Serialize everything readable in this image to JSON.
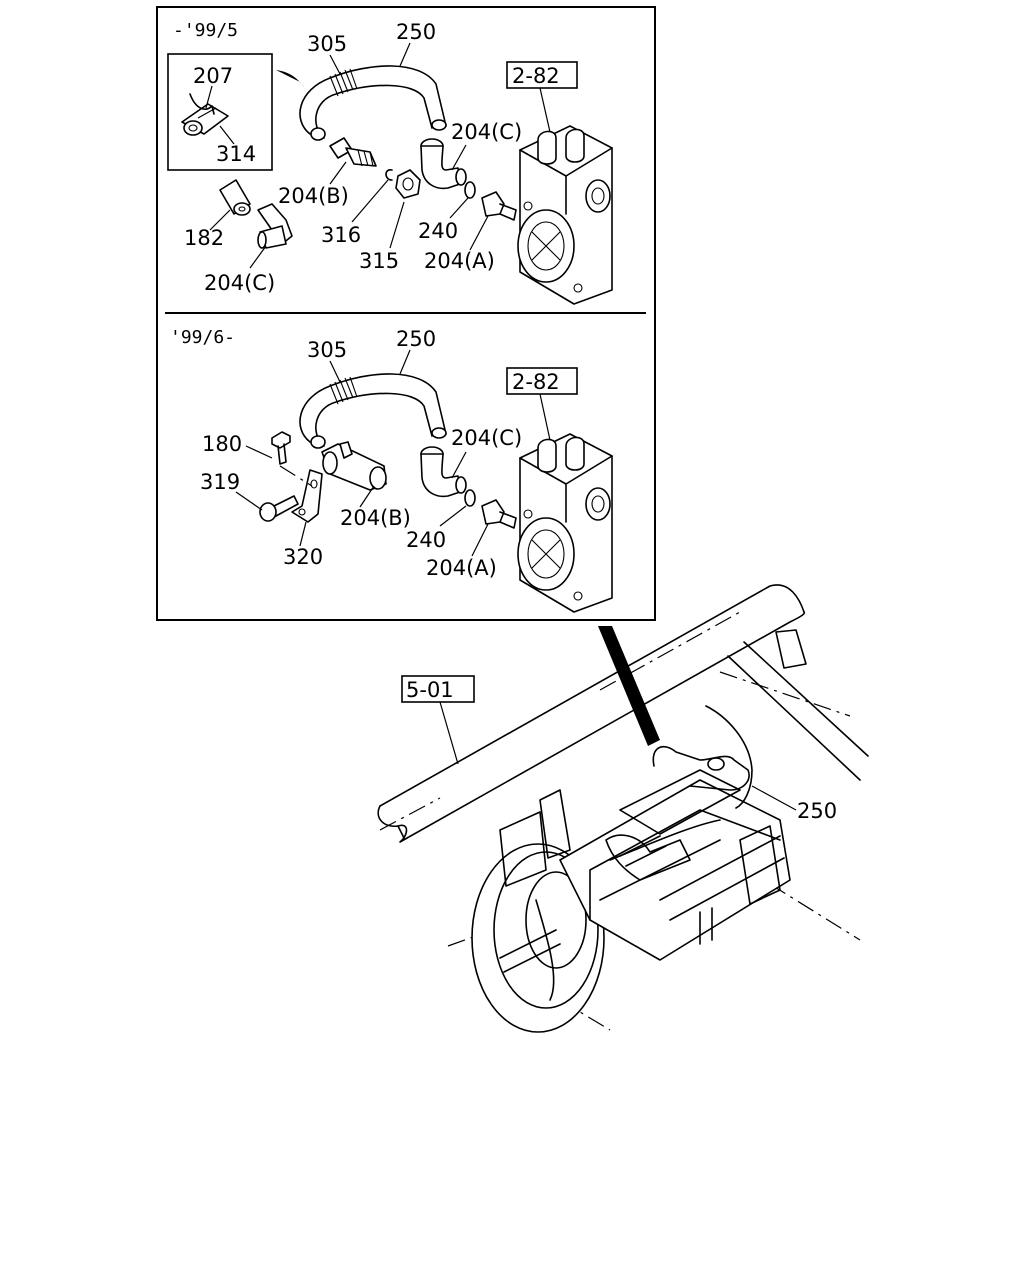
{
  "variants": [
    {
      "era_label": "-'99/5"
    },
    {
      "era_label": "'99/6-"
    }
  ],
  "top": {
    "inset": {
      "part_207": "207",
      "part_314": "314"
    },
    "labels": {
      "p305": "305",
      "p250": "250",
      "p204c_a": "204(C)",
      "p204b": "204(B)",
      "p316": "316",
      "p315": "315",
      "p240": "240",
      "p204a": "204(A)",
      "p182": "182",
      "p204c_b": "204(C)"
    },
    "ref": "2-82"
  },
  "bottom": {
    "labels": {
      "p305": "305",
      "p250": "250",
      "p204c": "204(C)",
      "p180": "180",
      "p319": "319",
      "p204b": "204(B)",
      "p320": "320",
      "p240": "240",
      "p204a": "204(A)"
    },
    "ref": "2-82"
  },
  "overview": {
    "ref": "5-01",
    "p250": "250"
  }
}
